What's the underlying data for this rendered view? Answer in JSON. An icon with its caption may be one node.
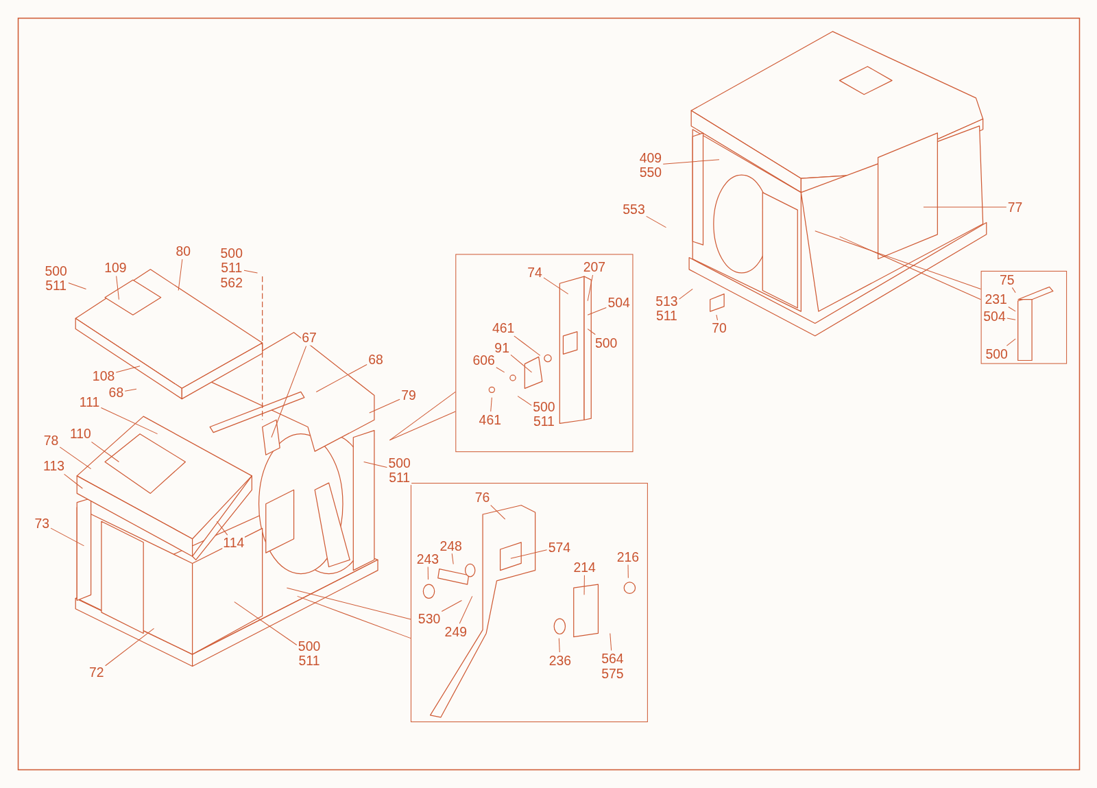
{
  "diagram": {
    "nodes": [
      {
        "text": [],
        "shape": "box"
      },
      {
        "text": [],
        "shape": "box"
      },
      {
        "text": [],
        "shape": "box"
      },
      {
        "text": [
          "500",
          "511"
        ]
      },
      {
        "text": [
          "109"
        ]
      },
      {
        "text": [
          "80"
        ]
      },
      {
        "text": [
          "500",
          "511",
          "562"
        ]
      },
      {
        "text": [
          "67"
        ]
      },
      {
        "text": [
          "68"
        ]
      },
      {
        "text": [
          "108"
        ]
      },
      {
        "text": [
          "68"
        ]
      },
      {
        "text": [
          "111"
        ]
      },
      {
        "text": [
          "79"
        ]
      },
      {
        "text": [
          "78"
        ]
      },
      {
        "text": [
          "110"
        ]
      },
      {
        "text": [
          "113"
        ]
      },
      {
        "text": [
          "73"
        ]
      },
      {
        "text": [
          "114"
        ]
      },
      {
        "text": [
          "500",
          "511"
        ]
      },
      {
        "text": [
          "72"
        ]
      },
      {
        "text": [
          "500",
          "511"
        ]
      },
      {
        "text": [
          "74"
        ],
        "in": 0
      },
      {
        "text": [
          "207"
        ],
        "in": 0
      },
      {
        "text": [
          "504"
        ],
        "in": 0
      },
      {
        "text": [
          "500"
        ],
        "in": 0
      },
      {
        "text": [
          "461"
        ],
        "in": 0
      },
      {
        "text": [
          "91"
        ],
        "in": 0
      },
      {
        "text": [
          "606"
        ],
        "in": 0
      },
      {
        "text": [
          "461"
        ],
        "in": 0
      },
      {
        "text": [
          "500",
          "511"
        ],
        "in": 0
      },
      {
        "text": [
          "76"
        ],
        "in": 1
      },
      {
        "text": [
          "248"
        ],
        "in": 1
      },
      {
        "text": [
          "243"
        ],
        "in": 1
      },
      {
        "text": [
          "574"
        ],
        "in": 1
      },
      {
        "text": [
          "214"
        ],
        "in": 1
      },
      {
        "text": [
          "216"
        ],
        "in": 1
      },
      {
        "text": [
          "530"
        ],
        "in": 1
      },
      {
        "text": [
          "249"
        ],
        "in": 1
      },
      {
        "text": [
          "236"
        ],
        "in": 1
      },
      {
        "text": [
          "564",
          "575"
        ],
        "in": 1
      },
      {
        "text": [
          "409",
          "550"
        ]
      },
      {
        "text": [
          "553"
        ]
      },
      {
        "text": [
          "77"
        ]
      },
      {
        "text": [
          "513",
          "511"
        ]
      },
      {
        "text": [
          "70"
        ]
      },
      {
        "text": [
          "75"
        ],
        "in": 2
      },
      {
        "text": [
          "231"
        ],
        "in": 2
      },
      {
        "text": [
          "504"
        ],
        "in": 2
      },
      {
        "text": [
          "500"
        ],
        "in": 2
      },
      {
        "text": [],
        "shape": "bar",
        "in": 2
      }
    ],
    "edges": [
      {
        "from": 3,
        "to": null,
        "arrow": "none"
      },
      {
        "from": 4,
        "to": null,
        "arrow": "none"
      },
      {
        "from": 5,
        "to": null,
        "arrow": "none"
      },
      {
        "from": 6,
        "to": null,
        "arrow": "none"
      },
      {
        "from": 7,
        "to": null,
        "arrow": "none"
      },
      {
        "from": 8,
        "to": null,
        "arrow": "none"
      },
      {
        "from": 9,
        "to": null,
        "arrow": "none"
      },
      {
        "from": 10,
        "to": null,
        "arrow": "none"
      },
      {
        "from": 11,
        "to": null,
        "arrow": "none"
      },
      {
        "from": 12,
        "to": null,
        "arrow": "none"
      },
      {
        "from": 13,
        "to": null,
        "arrow": "none"
      },
      {
        "from": 14,
        "to": null,
        "arrow": "none"
      },
      {
        "from": 15,
        "to": null,
        "arrow": "none"
      },
      {
        "from": 16,
        "to": null,
        "arrow": "none"
      },
      {
        "from": 17,
        "to": null,
        "arrow": "none"
      },
      {
        "from": 18,
        "to": null,
        "arrow": "none"
      },
      {
        "from": 19,
        "to": null,
        "arrow": "none"
      },
      {
        "from": 20,
        "to": null,
        "arrow": "none"
      },
      {
        "from": 21,
        "to": null,
        "arrow": "none"
      },
      {
        "from": 22,
        "to": null,
        "arrow": "none"
      },
      {
        "from": 23,
        "to": null,
        "arrow": "none"
      },
      {
        "from": 24,
        "to": null,
        "arrow": "none"
      },
      {
        "from": 25,
        "to": null,
        "arrow": "none"
      },
      {
        "from": 26,
        "to": null,
        "arrow": "none"
      },
      {
        "from": 27,
        "to": null,
        "arrow": "none"
      },
      {
        "from": 28,
        "to": null,
        "arrow": "none"
      },
      {
        "from": 29,
        "to": null,
        "arrow": "none"
      },
      {
        "from": 30,
        "to": null,
        "arrow": "none"
      },
      {
        "from": 31,
        "to": null,
        "arrow": "none"
      },
      {
        "from": 32,
        "to": null,
        "arrow": "none"
      },
      {
        "from": 33,
        "to": null,
        "arrow": "none"
      },
      {
        "from": 34,
        "to": null,
        "arrow": "none"
      },
      {
        "from": 35,
        "to": null,
        "arrow": "none"
      },
      {
        "from": 36,
        "to": null,
        "arrow": "none"
      },
      {
        "from": 37,
        "to": null,
        "arrow": "none"
      },
      {
        "from": 38,
        "to": null,
        "arrow": "none"
      },
      {
        "from": 39,
        "to": null,
        "arrow": "none"
      },
      {
        "from": 40,
        "to": null,
        "arrow": "none"
      },
      {
        "from": 41,
        "to": null,
        "arrow": "none"
      },
      {
        "from": 42,
        "to": null,
        "arrow": "none"
      },
      {
        "from": 43,
        "to": null,
        "arrow": "none"
      },
      {
        "from": 44,
        "to": null,
        "arrow": "none"
      },
      {
        "from": 45,
        "to": 49,
        "arrow": "none"
      },
      {
        "from": 46,
        "to": 49,
        "arrow": "none"
      },
      {
        "from": 47,
        "to": 49,
        "arrow": "none"
      },
      {
        "from": 48,
        "to": 49,
        "arrow": "none"
      },
      {
        "from": null,
        "to": 0,
        "arrow": "none"
      },
      {
        "from": null,
        "to": 0,
        "arrow": "none"
      },
      {
        "from": null,
        "to": 1,
        "arrow": "none"
      },
      {
        "from": null,
        "to": 1,
        "arrow": "none"
      },
      {
        "from": null,
        "to": 2,
        "arrow": "none"
      },
      {
        "from": null,
        "to": 2,
        "arrow": "none"
      }
    ]
  }
}
